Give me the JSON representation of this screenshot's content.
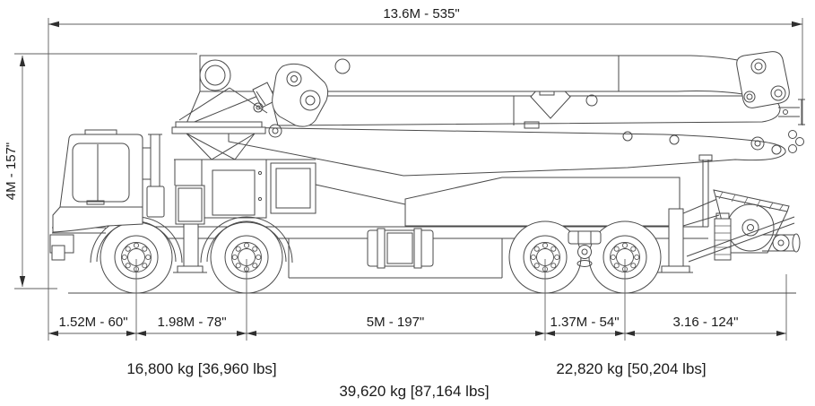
{
  "figure": {
    "type": "technical-dimension-diagram",
    "subject": "Truck-mounted concrete boom pump, side elevation with dimensions and axle weights",
    "dimensions": {
      "overall_length": "13.6M - 535\"",
      "overall_height": "4M - 157\"",
      "front_overhang": "1.52M - 60\"",
      "axle1_to_axle2": "1.98M - 78\"",
      "axle2_to_axle3": "5M - 197\"",
      "axle3_to_axle4": "1.37M - 54\"",
      "rear_overhang": "3.16 - 124\""
    },
    "weights": {
      "front_axles": "16,800 kg [36,960 lbs]",
      "total": "39,620 kg [87,164 lbs]",
      "rear_axles": "22,820 kg [50,204 lbs]"
    },
    "colors": {
      "line": "#4a4a4a",
      "dimension_line": "#5f5f5f",
      "text": "#1b1b1b",
      "background": "#ffffff"
    }
  }
}
